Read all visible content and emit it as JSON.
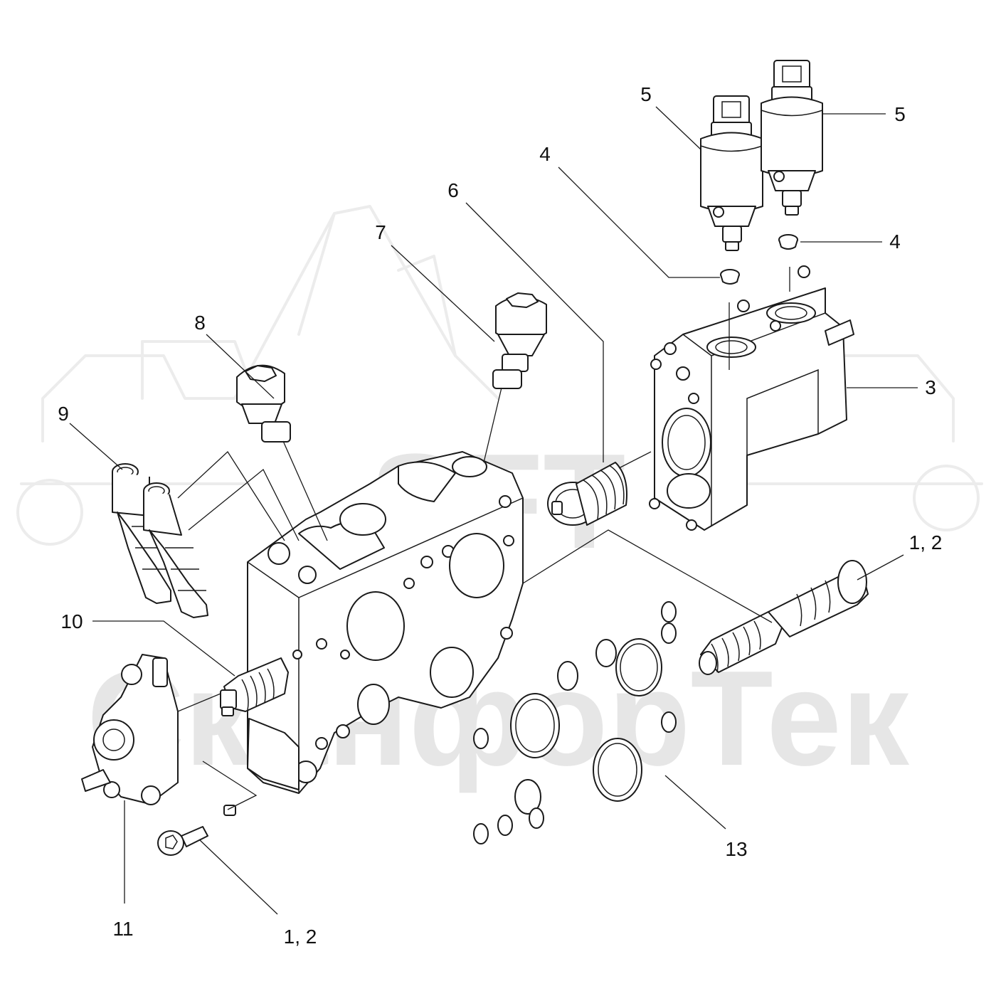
{
  "watermark": {
    "logo_text": "SFT",
    "company_name": "СканфорТек"
  },
  "callouts": {
    "c1": "5",
    "c2": "5",
    "c3": "4",
    "c4": "4",
    "c5": "6",
    "c6": "7",
    "c7": "8",
    "c8": "9",
    "c9": "3",
    "c10": "1, 2",
    "c11": "10",
    "c12": "13",
    "c13": "11",
    "c14": "1, 2"
  },
  "colors": {
    "line": "#1a1a1a",
    "watermark": "#e6e6e6",
    "background": "#ffffff"
  }
}
